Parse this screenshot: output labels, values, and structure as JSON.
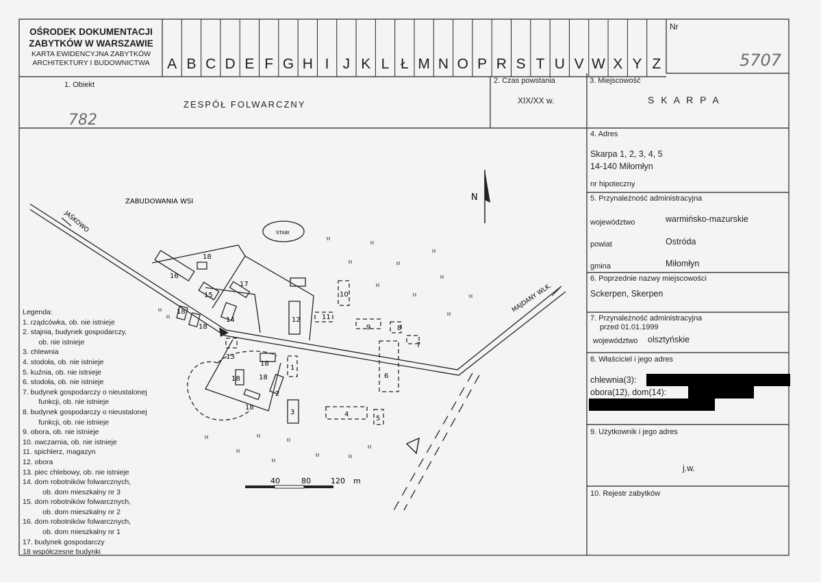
{
  "header": {
    "org_line1": "OŚRODEK DOKUMENTACJI",
    "org_line2": "ZABYTKÓW W WARSZAWIE",
    "card_line1": "KARTA EWIDENCYJNA ZABYTKÓW",
    "card_line2": "ARCHITEKTURY I BUDOWNICTWA",
    "letters": [
      "A",
      "B",
      "C",
      "D",
      "E",
      "F",
      "G",
      "H",
      "I",
      "J",
      "K",
      "L",
      "Ł",
      "M",
      "N",
      "O",
      "P",
      "R",
      "S",
      "T",
      "U",
      "V",
      "W",
      "X",
      "Y",
      "Z"
    ],
    "nr_label": "Nr",
    "nr_value": "5707"
  },
  "fields": {
    "obiekt_label": "1. Obiekt",
    "obiekt_value": "ZESPÓŁ FOLWARCZNY",
    "obiekt_number": "782",
    "czas_label": "2. Czas powstania",
    "czas_value": "XIX/XX w.",
    "miejscowosc_label": "3. Miejscowość",
    "miejscowosc_value": "S K A R P A",
    "adres_label": "4. Adres",
    "adres_line1": "Skarpa 1, 2, 3, 4, 5",
    "adres_line2": "14-140 Miłomłyn",
    "hipoteczny_label": "nr hipoteczny",
    "przynaleznosc_label": "5. Przynależność administracyjna",
    "wojewodztwo_label": "województwo",
    "wojewodztwo_value": "warmińsko-mazurskie",
    "powiat_label": "powiat",
    "powiat_value": "Ostróda",
    "gmina_label": "gmina",
    "gmina_value": "Miłomłyn",
    "poprzednie_label": "6. Poprzednie nazwy miejscowości",
    "poprzednie_value": "Sckerpen, Skerpen",
    "przyn_1999_label1": "7. Przynależność administracyjna",
    "przyn_1999_label2": "przed 01.01.1999",
    "przyn_1999_woj_label": "województwo",
    "przyn_1999_woj_value": "olsztyńskie",
    "wlasciciel_label": "8. Właściciel i jego adres",
    "wlasciciel_line1": "chlewnia(3):",
    "wlasciciel_line2": "obora(12), dom(14):",
    "uzytkownik_label": "9. Użytkownik i jego adres",
    "uzytkownik_value": "j.w.",
    "rejestr_label": "10. Rejestr zabytków"
  },
  "map": {
    "village_label": "ZABUDOWANIA WSI",
    "road_jaskowo": "JAŚKOWO",
    "road_majdany": "MAJDANY WLK.",
    "pond_label": "STAW",
    "north_label": "N",
    "scale_labels": [
      "40",
      "80",
      "120",
      "m"
    ],
    "building_numbers": [
      "1",
      "2",
      "3",
      "4",
      "5",
      "6",
      "7",
      "8",
      "9",
      "10",
      "11",
      "12",
      "13",
      "14",
      "15",
      "16",
      "17",
      "18"
    ]
  },
  "legend": {
    "title": "Legenda:",
    "items": [
      "1. rządcówka, ob. nie istnieje",
      "2. stajnia, budynek gospodarczy,",
      "    ob. nie istnieje",
      "3. chlewnia",
      "4. stodoła, ob. nie istnieje",
      "5. kuźnia, ob. nie istnieje",
      "6. stodoła, ob. nie istnieje",
      "7. budynek gospodarczy o nieustalonej",
      "    funkcji, ob. nie istnieje",
      "8. budynek gospodarczy o nieustalonej",
      "    funkcji, ob. nie istnieje",
      "9. obora, ob. nie istnieje",
      "10. owczarnia, ob. nie istnieje",
      "11. spichlerz, magazyn",
      "12. obora",
      "13. piec chlebowy, ob. nie istnieje",
      "14. dom robotników folwarcznych,",
      "     ob. dom mieszkalny nr 3",
      "15. dom robotników folwarcznych,",
      "     ob. dom mieszkalny nr 2",
      "16. dom robotników folwarcznych,",
      "     ob. dom mieszkalny nr 1",
      "17. budynek gospodarczy",
      "18 współczesne budynki"
    ]
  },
  "colors": {
    "paper": "#f4f4f2",
    "ink": "#1d1d1d",
    "pencil": "#6c6c6c",
    "redaction": "#000000"
  }
}
